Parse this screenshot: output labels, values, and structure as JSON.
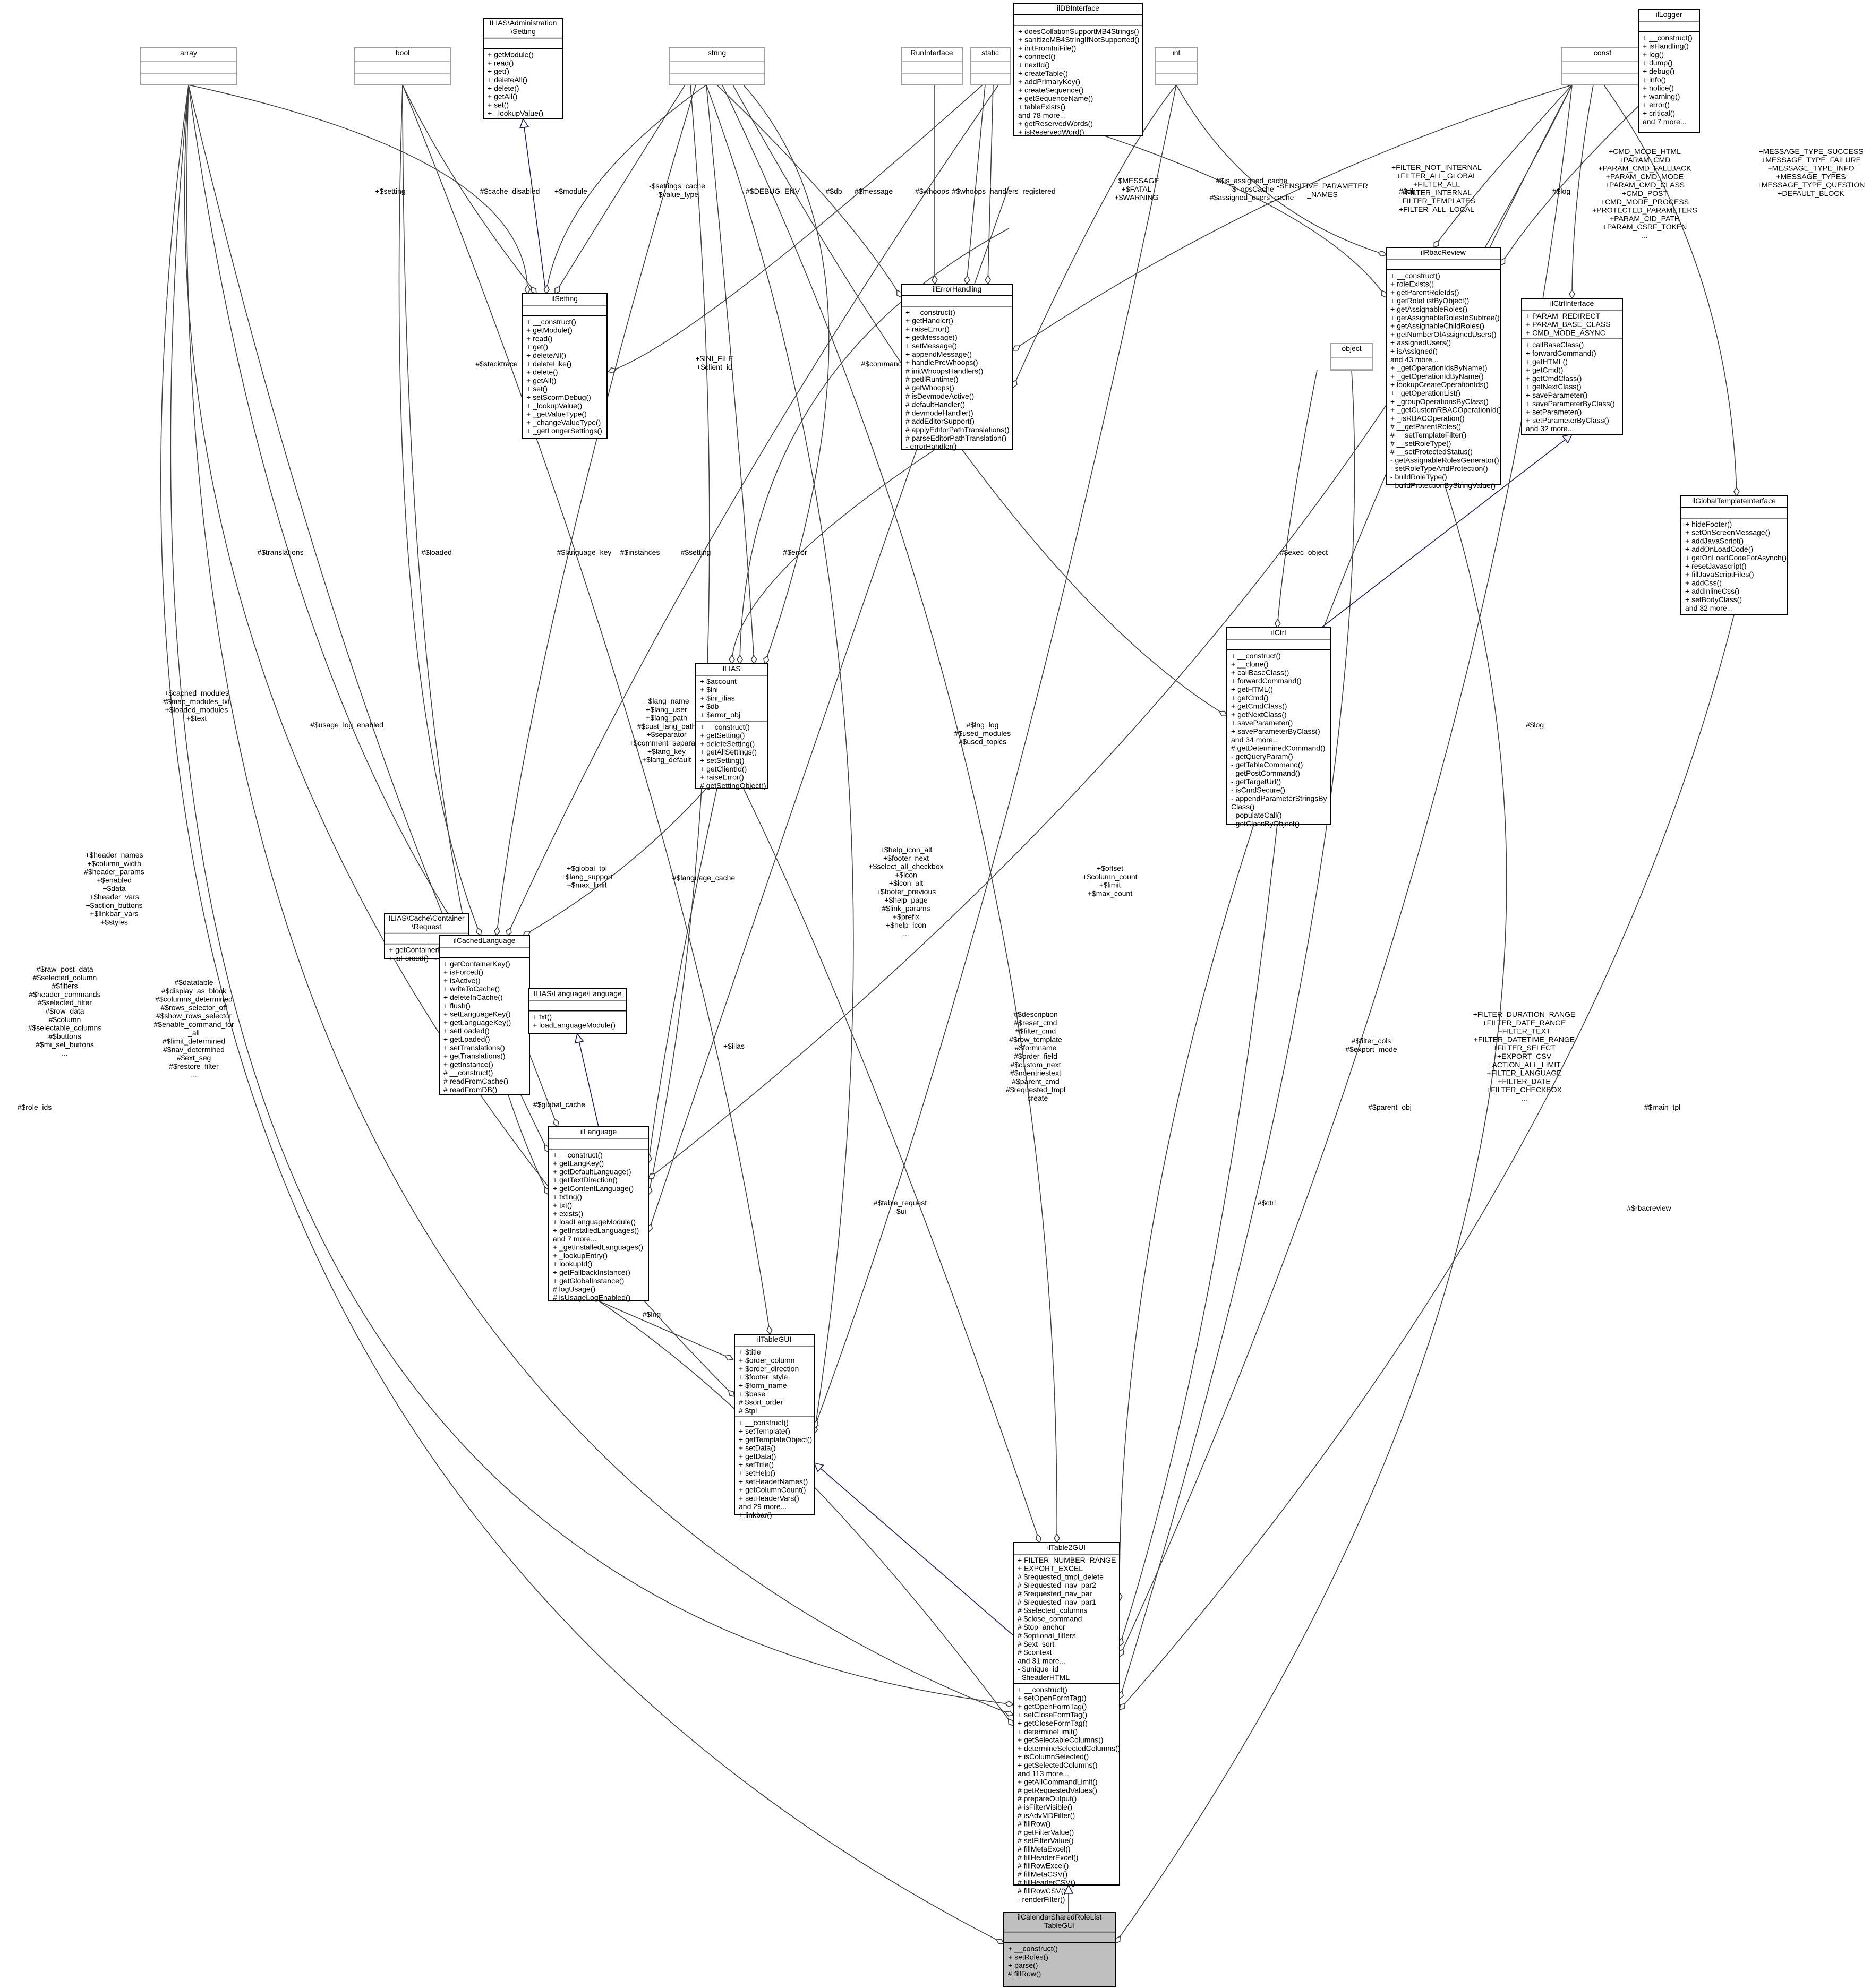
{
  "classes": [
    {
      "id": "array",
      "title": [
        "array"
      ],
      "attrs": [],
      "methods": [],
      "grey": true
    },
    {
      "id": "bool",
      "title": [
        "bool"
      ],
      "attrs": [],
      "methods": [],
      "grey": true
    },
    {
      "id": "admin_setting",
      "title": [
        "ILIAS\\Administration",
        "\\Setting"
      ],
      "attrs": [],
      "methods": [
        "+ getModule()",
        "+ read()",
        "+ get()",
        "+ deleteAll()",
        "+ delete()",
        "+ getAll()",
        "+ set()",
        "+ _lookupValue()"
      ]
    },
    {
      "id": "string",
      "title": [
        "string"
      ],
      "attrs": [],
      "methods": [],
      "grey": true
    },
    {
      "id": "runinterface",
      "title": [
        "RunInterface"
      ],
      "attrs": [],
      "methods": [],
      "grey": true
    },
    {
      "id": "static",
      "title": [
        "static"
      ],
      "attrs": [],
      "methods": [],
      "grey": true
    },
    {
      "id": "ildbinterface",
      "title": [
        "ilDBInterface"
      ],
      "attrs": [],
      "methods": [
        "+ doesCollationSupportMB4Strings()",
        "+ sanitizeMB4StringIfNotSupported()",
        "+ initFromIniFile()",
        "+ connect()",
        "+ nextId()",
        "+ createTable()",
        "+ addPrimaryKey()",
        "+ createSequence()",
        "+ getSequenceName()",
        "+ tableExists()",
        "and 78 more...",
        "+ getReservedWords()",
        "+ isReservedWord()"
      ]
    },
    {
      "id": "int",
      "title": [
        "int"
      ],
      "attrs": [],
      "methods": [],
      "grey": true
    },
    {
      "id": "const",
      "title": [
        "const"
      ],
      "attrs": [],
      "methods": [],
      "grey": true
    },
    {
      "id": "illogger",
      "title": [
        "ilLogger"
      ],
      "attrs": [],
      "methods": [
        "+ __construct()",
        "+ isHandling()",
        "+ log()",
        "+ dump()",
        "+ debug()",
        "+ info()",
        "+ notice()",
        "+ warning()",
        "+ error()",
        "+ critical()",
        "and 7 more..."
      ]
    },
    {
      "id": "ilsetting",
      "title": [
        "ilSetting"
      ],
      "attrs": [],
      "methods": [
        "+ __construct()",
        "+ getModule()",
        "+ read()",
        "+ get()",
        "+ deleteAll()",
        "+ deleteLike()",
        "+ delete()",
        "+ getAll()",
        "+ set()",
        "+ setScormDebug()",
        "+ _lookupValue()",
        "+ _getValueType()",
        "+ _changeValueType()",
        "+ _getLongerSettings()"
      ]
    },
    {
      "id": "ilerrorhandling",
      "title": [
        "ilErrorHandling"
      ],
      "attrs": [],
      "methods": [
        "+ __construct()",
        "+ getHandler()",
        "+ raiseError()",
        "+ getMessage()",
        "+ setMessage()",
        "+ appendMessage()",
        "+ handlePreWhoops()",
        "# initWhoopsHandlers()",
        "# getIlRuntime()",
        "# getWhoops()",
        "# isDevmodeActive()",
        "# defaultHandler()",
        "# devmodeHandler()",
        "# addEditorSupport()",
        "# applyEditorPathTranslations()",
        "# parseEditorPathTranslation()",
        "- errorHandler()"
      ]
    },
    {
      "id": "ilrbacreview",
      "title": [
        "ilRbacReview"
      ],
      "attrs": [],
      "methods": [
        "+ __construct()",
        "+ roleExists()",
        "+ getParentRoleIds()",
        "+ getRoleListByObject()",
        "+ getAssignableRoles()",
        "+ getAssignableRolesInSubtree()",
        "+ getAssignableChildRoles()",
        "+ getNumberOfAssignedUsers()",
        "+ assignedUsers()",
        "+ isAssigned()",
        "and 43 more...",
        "+ _getOperationIdsByName()",
        "+ _getOperationIdByName()",
        "+ lookupCreateOperationIds()",
        "+ _getOperationList()",
        "+ _groupOperationsByClass()",
        "+ _getCustomRBACOperationId()",
        "+ _isRBACOperation()",
        "# __getParentRoles()",
        "# __setTemplateFilter()",
        "# __setRoleType()",
        "# __setProtectedStatus()",
        "- getAssignableRolesGenerator()",
        "- setRoleTypeAndProtection()",
        "- buildRoleType()",
        "- buildProtectionByStringValue()"
      ]
    },
    {
      "id": "object",
      "title": [
        "object"
      ],
      "attrs": [],
      "methods": [],
      "grey": true
    },
    {
      "id": "ilctrlinterface",
      "title": [
        "ilCtrlInterface"
      ],
      "attrs": [
        "+ PARAM_REDIRECT",
        "+ PARAM_BASE_CLASS",
        "+ CMD_MODE_ASYNC"
      ],
      "methods": [
        "+ callBaseClass()",
        "+ forwardCommand()",
        "+ getHTML()",
        "+ getCmd()",
        "+ getCmdClass()",
        "+ getNextClass()",
        "+ saveParameter()",
        "+ saveParameterByClass()",
        "+ setParameter()",
        "+ setParameterByClass()",
        "and 32 more..."
      ]
    },
    {
      "id": "ilglobaltemplate",
      "title": [
        "ilGlobalTemplateInterface"
      ],
      "attrs": [],
      "methods": [
        "+ hideFooter()",
        "+ setOnScreenMessage()",
        "+ addJavaScript()",
        "+ addOnLoadCode()",
        "+ getOnLoadCodeForAsynch()",
        "+ resetJavascript()",
        "+ fillJavaScriptFiles()",
        "+ addCss()",
        "+ addInlineCss()",
        "+ setBodyClass()",
        "and 32 more..."
      ]
    },
    {
      "id": "ilias",
      "title": [
        "ILIAS"
      ],
      "attrs": [
        "+ $account",
        "+ $ini",
        "+ $ini_ilias",
        "+ $db",
        "+ $error_obj"
      ],
      "methods": [
        "+ __construct()",
        "+ getSetting()",
        "+ deleteSetting()",
        "+ getAllSettings()",
        "+ setSetting()",
        "+ getClientId()",
        "+ raiseError()",
        "# getSettingObject()"
      ]
    },
    {
      "id": "ilctrl",
      "title": [
        "ilCtrl"
      ],
      "attrs": [],
      "methods": [
        "+ __construct()",
        "+ __clone()",
        "+ callBaseClass()",
        "+ forwardCommand()",
        "+ getHTML()",
        "+ getCmd()",
        "+ getCmdClass()",
        "+ getNextClass()",
        "+ saveParameter()",
        "+ saveParameterByClass()",
        "and 34 more...",
        "# getDeterminedCommand()",
        "- getQueryParam()",
        "- getTableCommand()",
        "- getPostCommand()",
        "- getTargetUrl()",
        "- isCmdSecure()",
        "- appendParameterStringsBy",
        "Class()",
        "- populateCall()",
        "- getClassByObject()"
      ]
    },
    {
      "id": "cacherequest",
      "title": [
        "ILIAS\\Cache\\Container",
        "\\Request"
      ],
      "attrs": [],
      "methods": [
        "+ getContainerKey()",
        "+ isForced()"
      ]
    },
    {
      "id": "ilcachedlanguage",
      "title": [
        "ilCachedLanguage"
      ],
      "attrs": [],
      "methods": [
        "+ getContainerKey()",
        "+ isForced()",
        "+ isActive()",
        "+ writeToCache()",
        "+ deleteInCache()",
        "+ flush()",
        "+ setLanguageKey()",
        "+ getLanguageKey()",
        "+ setLoaded()",
        "+ getLoaded()",
        "+ setTranslations()",
        "+ getTranslations()",
        "+ getInstance()",
        "# __construct()",
        "# readFromCache()",
        "# readFromDB()"
      ]
    },
    {
      "id": "langlanguage",
      "title": [
        "ILIAS\\Language\\Language"
      ],
      "attrs": [],
      "methods": [
        "+ txt()",
        "+ loadLanguageModule()"
      ]
    },
    {
      "id": "illanguage",
      "title": [
        "ilLanguage"
      ],
      "attrs": [],
      "methods": [
        "+ __construct()",
        "+ getLangKey()",
        "+ getDefaultLanguage()",
        "+ getTextDirection()",
        "+ getContentLanguage()",
        "+ txtlng()",
        "+ txt()",
        "+ exists()",
        "+ loadLanguageModule()",
        "+ getInstalledLanguages()",
        "and 7 more...",
        "+ _getInstalledLanguages()",
        "+ _lookupEntry()",
        "+ lookupId()",
        "+ getFallbackInstance()",
        "+ getGlobalInstance()",
        "# logUsage()",
        "# isUsageLogEnabled()"
      ]
    },
    {
      "id": "iltablegui",
      "title": [
        "ilTableGUI"
      ],
      "attrs": [
        "+ $title",
        "+ $order_column",
        "+ $order_direction",
        "+ $footer_style",
        "+ $form_name",
        "+ $base",
        "# $sort_order",
        "# $tpl"
      ],
      "methods": [
        "+ __construct()",
        "+ setTemplate()",
        "+ getTemplateObject()",
        "+ setData()",
        "+ getData()",
        "+ setTitle()",
        "+ setHelp()",
        "+ setHeaderNames()",
        "+ getColumnCount()",
        "+ setHeaderVars()",
        "and 29 more...",
        "+ linkbar()"
      ]
    },
    {
      "id": "iltable2gui",
      "title": [
        "ilTable2GUI"
      ],
      "attrs": [
        "+ FILTER_NUMBER_RANGE",
        "+ EXPORT_EXCEL",
        "# $requested_tmpl_delete",
        "# $requested_nav_par2",
        "# $requested_nav_par",
        "# $requested_nav_par1",
        "# $selected_columns",
        "# $close_command",
        "# $top_anchor",
        "# $optional_filters",
        "# $ext_sort",
        "# $context",
        "and 31 more...",
        "- $unique_id",
        "- $headerHTML"
      ],
      "methods": [
        "+ __construct()",
        "+ setOpenFormTag()",
        "+ getOpenFormTag()",
        "+ setCloseFormTag()",
        "+ getCloseFormTag()",
        "+ determineLimit()",
        "+ getSelectableColumns()",
        "+ determineSelectedColumns()",
        "+ isColumnSelected()",
        "+ getSelectedColumns()",
        "and 113 more...",
        "+ getAllCommandLimit()",
        "# getRequestedValues()",
        "# prepareOutput()",
        "# isFilterVisible()",
        "# isAdvMDFilter()",
        "# fillRow()",
        "# getFilterValue()",
        "# setFilterValue()",
        "# fillMetaExcel()",
        "# fillHeaderExcel()",
        "# fillRowExcel()",
        "# fillMetaCSV()",
        "# fillHeaderCSV()",
        "# fillRowCSV()",
        "- renderFilter()"
      ]
    },
    {
      "id": "focus",
      "title": [
        "ilCalendarSharedRoleList",
        "TableGUI"
      ],
      "attrs": [],
      "methods": [
        "+ __construct()",
        "+ setRoles()",
        "+ parse()",
        "# fillRow()"
      ],
      "focus": true
    }
  ],
  "edge_labels": [
    {
      "id": "l_setting",
      "lines": [
        "+$setting"
      ]
    },
    {
      "id": "l_cache_disabled",
      "lines": [
        "#$cache_disabled"
      ]
    },
    {
      "id": "l_module",
      "lines": [
        "+$module"
      ]
    },
    {
      "id": "l_settings_cache",
      "lines": [
        "-$settings_cache",
        "-$value_type"
      ]
    },
    {
      "id": "l_debug_env",
      "lines": [
        "#$DEBUG_ENV"
      ]
    },
    {
      "id": "l_db1",
      "lines": [
        "#$db"
      ]
    },
    {
      "id": "l_message",
      "lines": [
        "#$message"
      ]
    },
    {
      "id": "l_whoops",
      "lines": [
        "#$whoops"
      ]
    },
    {
      "id": "l_whoops_reg",
      "lines": [
        "#$whoops_handlers_registered"
      ]
    },
    {
      "id": "l_mfatal",
      "lines": [
        "+$MESSAGE",
        "+$FATAL",
        "+$WARNING"
      ]
    },
    {
      "id": "l_sensitive",
      "lines": [
        "-SENSITIVE_PARAMETER",
        "_NAMES"
      ]
    },
    {
      "id": "l_is_assigned",
      "lines": [
        "#$is_assigned_cache",
        "-$_opsCache",
        "#$assigned_users_cache"
      ]
    },
    {
      "id": "l_db2",
      "lines": [
        "#$db"
      ]
    },
    {
      "id": "l_filter_not",
      "lines": [
        "+FILTER_NOT_INTERNAL",
        "+FILTER_ALL_GLOBAL",
        "+FILTER_ALL",
        "+FILTER_INTERNAL",
        "+FILTER_TEMPLATES",
        "+FILTER_ALL_LOCAL"
      ]
    },
    {
      "id": "l_log1",
      "lines": [
        "#$log"
      ]
    },
    {
      "id": "l_cmd_mode",
      "lines": [
        "+CMD_MODE_HTML",
        "+PARAM_CMD",
        "+PARAM_CMD_FALLBACK",
        "+PARAM_CMD_MODE",
        "+PARAM_CMD_CLASS",
        "+CMD_POST",
        "+CMD_MODE_PROCESS",
        "+PROTECTED_PARAMETERS",
        "+PARAM_CID_PATH",
        "+PARAM_CSRF_TOKEN",
        "..."
      ]
    },
    {
      "id": "l_msg_type",
      "lines": [
        "+MESSAGE_TYPE_SUCCESS",
        "+MESSAGE_TYPE_FAILURE",
        "+MESSAGE_TYPE_INFO",
        "+MESSAGE_TYPES",
        "+MESSAGE_TYPE_QUESTION",
        "+DEFAULT_BLOCK"
      ]
    },
    {
      "id": "l_stacktrace",
      "lines": [
        "#$stacktrace"
      ]
    },
    {
      "id": "l_ini_file",
      "lines": [
        "+$INI_FILE",
        "+$client_id"
      ]
    },
    {
      "id": "l_command",
      "lines": [
        "#$command"
      ]
    },
    {
      "id": "l_translations",
      "lines": [
        "#$translations"
      ]
    },
    {
      "id": "l_loaded",
      "lines": [
        "#$loaded"
      ]
    },
    {
      "id": "l_language_key",
      "lines": [
        "#$language_key"
      ]
    },
    {
      "id": "l_instances",
      "lines": [
        "#$instances"
      ]
    },
    {
      "id": "l_setting2",
      "lines": [
        "#$setting"
      ]
    },
    {
      "id": "l_error",
      "lines": [
        "#$error"
      ]
    },
    {
      "id": "l_exec_object",
      "lines": [
        "#$exec_object"
      ]
    },
    {
      "id": "l_cached_modules",
      "lines": [
        "+$cached_modules",
        "#$map_modules_txt",
        "+$loaded_modules",
        "+$text"
      ]
    },
    {
      "id": "l_usage_log",
      "lines": [
        "#$usage_log_enabled"
      ]
    },
    {
      "id": "l_lang_name",
      "lines": [
        "+$lang_name",
        "+$lang_user",
        "+$lang_path",
        "#$cust_lang_path",
        "+$separator",
        "+$comment_separator",
        "+$lang_key",
        "+$lang_default"
      ]
    },
    {
      "id": "l_lng_log",
      "lines": [
        "#$lng_log",
        "#$used_modules",
        "#$used_topics"
      ]
    },
    {
      "id": "l_log2",
      "lines": [
        "#$log"
      ]
    },
    {
      "id": "l_header_names",
      "lines": [
        "+$header_names",
        "+$column_width",
        "#$header_params",
        "+$enabled",
        "+$data",
        "+$header_vars",
        "+$action_buttons",
        "+$linkbar_vars",
        "+$styles"
      ]
    },
    {
      "id": "l_global_tpl",
      "lines": [
        "+$global_tpl",
        "+$lang_support",
        "+$max_limit"
      ]
    },
    {
      "id": "l_language_cache",
      "lines": [
        "#$language_cache"
      ]
    },
    {
      "id": "l_help_icon",
      "lines": [
        "+$help_icon_alt",
        "+$footer_next",
        "+$select_all_checkbox",
        "+$icon",
        "+$icon_alt",
        "+$footer_previous",
        "+$help_page",
        "#$link_params",
        "+$prefix",
        "+$help_icon",
        "..."
      ]
    },
    {
      "id": "l_offset",
      "lines": [
        "+$offset",
        "+$column_count",
        "+$limit",
        "+$max_count"
      ]
    },
    {
      "id": "l_ilias",
      "lines": [
        "+$ilias"
      ]
    },
    {
      "id": "l_raw_post",
      "lines": [
        "#$raw_post_data",
        "#$selected_column",
        "#$filters",
        "#$header_commands",
        "#$selected_filter",
        "#$row_data",
        "#$column",
        "#$selectable_columns",
        "#$buttons",
        "#$mi_sel_buttons",
        "..."
      ]
    },
    {
      "id": "l_datatable",
      "lines": [
        "#$datatable",
        "#$display_as_block",
        "#$columns_determined",
        "#$rows_selector_off",
        "#$show_rows_selector",
        "#$enable_command_for",
        "_all",
        "#$limit_determined",
        "#$nav_determined",
        "#$ext_seg",
        "#$restore_filter",
        "..."
      ]
    },
    {
      "id": "l_global_cache",
      "lines": [
        "#$global_cache"
      ]
    },
    {
      "id": "l_description",
      "lines": [
        "#$description",
        "#$reset_cmd",
        "#$filter_cmd",
        "#$row_template",
        "#$formname",
        "#$order_field",
        "#$custom_next",
        "#$noentriestext",
        "#$parent_cmd",
        "#$requested_tmpl",
        "_create"
      ]
    },
    {
      "id": "l_filter_const",
      "lines": [
        "+FILTER_DURATION_RANGE",
        "+FILTER_DATE_RANGE",
        "+FILTER_TEXT",
        "+FILTER_DATETIME_RANGE",
        "+FILTER_SELECT",
        "+EXPORT_CSV",
        "+ACTION_ALL_LIMIT",
        "+FILTER_LANGUAGE",
        "+FILTER_DATE",
        "+FILTER_CHECKBOX",
        "..."
      ]
    },
    {
      "id": "l_filter_cols",
      "lines": [
        "#$filter_cols",
        "#$export_mode"
      ]
    },
    {
      "id": "l_table_request",
      "lines": [
        "#$table_request",
        "-$ui"
      ]
    },
    {
      "id": "l_lng",
      "lines": [
        "#$lng"
      ]
    },
    {
      "id": "l_ctrl",
      "lines": [
        "#$ctrl"
      ]
    },
    {
      "id": "l_parent_obj",
      "lines": [
        "#$parent_obj"
      ]
    },
    {
      "id": "l_main_tpl",
      "lines": [
        "#$main_tpl"
      ]
    },
    {
      "id": "l_rbacreview",
      "lines": [
        "#$rbacreview"
      ]
    },
    {
      "id": "l_role_ids",
      "lines": [
        "#$role_ids"
      ]
    }
  ]
}
